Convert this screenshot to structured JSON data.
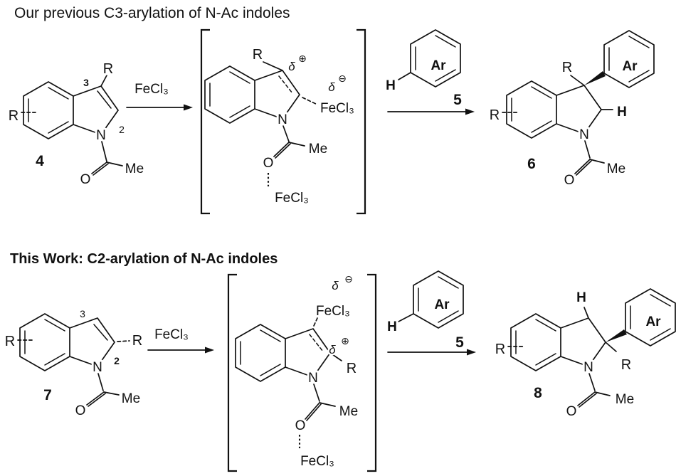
{
  "colors": {
    "ink": "#111111",
    "background": "#ffffff"
  },
  "scheme_top": {
    "title": "Our previous C3-arylation of N-Ac indoles",
    "reagent": "FeCl₃",
    "reactant_number": "4",
    "arene_number": "5",
    "product_number": "6"
  },
  "scheme_bottom": {
    "title": "This Work: C2-arylation of N-Ac indoles",
    "reagent": "FeCl₃",
    "reactant_number": "7",
    "arene_number": "5",
    "product_number": "8"
  },
  "atoms": {
    "R": "R",
    "N": "N",
    "O": "O",
    "H": "H",
    "Me": "Me",
    "Ar": "Ar",
    "FeCl3": "FeCl₃",
    "delta": "δ",
    "circled_plus": "⊕",
    "circled_minus": "⊖",
    "pos2": "2",
    "pos3": "3"
  }
}
